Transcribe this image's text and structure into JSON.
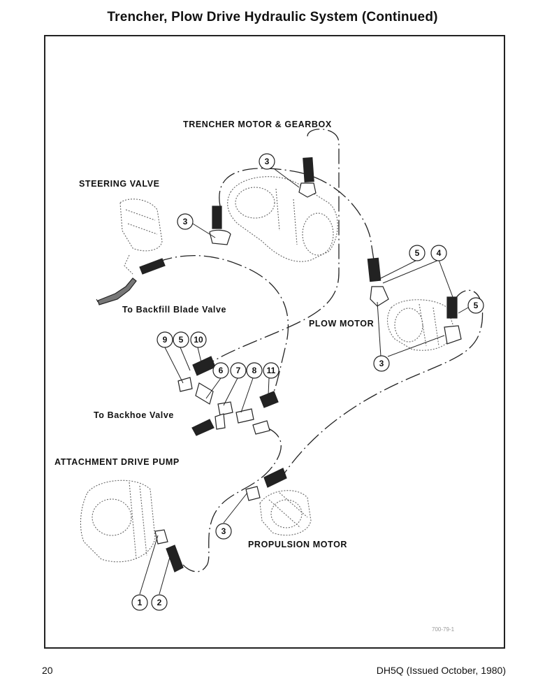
{
  "page": {
    "title": "Trencher, Plow Drive Hydraulic System (Continued)",
    "page_number": "20",
    "doc_id": "DH5Q (Issued October, 1980)",
    "figure_code": "700-79-1"
  },
  "labels": {
    "trencher_motor": "TRENCHER MOTOR & GEARBOX",
    "steering_valve": "STEERING VALVE",
    "backfill": "To Backfill Blade Valve",
    "plow_motor": "PLOW MOTOR",
    "backhoe": "To Backhoe Valve",
    "attachment_pump": "ATTACHMENT DRIVE PUMP",
    "propulsion_motor": "PROPULSION MOTOR"
  },
  "callouts": [
    "3",
    "3",
    "5",
    "4",
    "5",
    "3",
    "9",
    "5",
    "10",
    "6",
    "7",
    "8",
    "11",
    "3",
    "1",
    "2"
  ]
}
